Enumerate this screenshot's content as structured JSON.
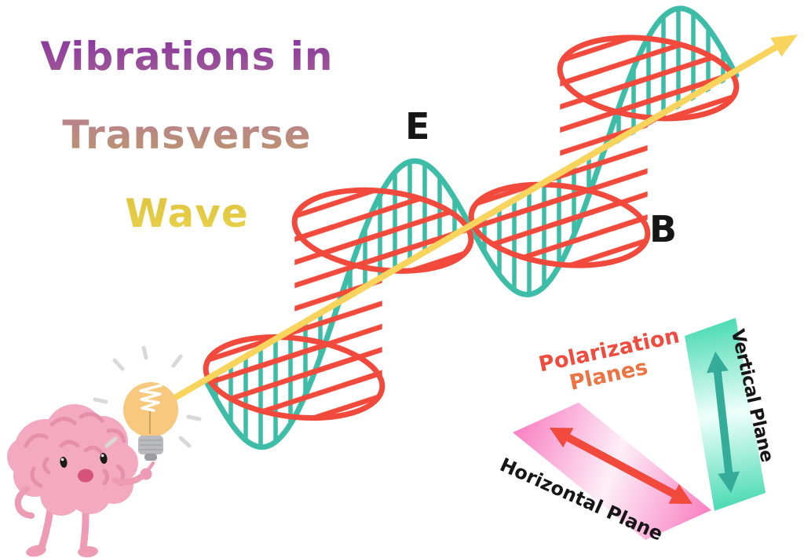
{
  "title": {
    "line1": "Vibrations in",
    "line2": "Transverse",
    "line3": "Wave"
  },
  "wave": {
    "e_label": "E",
    "b_label": "B"
  },
  "polarization": {
    "title_line1": "Polarization",
    "title_line2": "Planes",
    "horizontal_label": "Horizontal Plane",
    "vertical_label": "Vertical Plane"
  },
  "palette": {
    "axis_yellow": "#f8d45c",
    "e_teal": "#3dbda7",
    "b_red": "#f1493b",
    "label_black": "#161616",
    "title_purple_a": "#8733a2",
    "title_purple_b": "#a8688f",
    "title_mauve_a": "#b87f92",
    "title_mauve_b": "#bd9a62",
    "title_yellow_a": "#ddc13a",
    "title_yellow_b": "#ecd54f",
    "polarization_red": "#ef4b3e",
    "polarization_orange": "#ee7342",
    "plane_pink": "#f97fc2",
    "plane_pink_light": "#fdeff7",
    "plane_teal": "#52dcb6",
    "plane_teal_light": "#effffa",
    "plane_teal_arrow": "#35ab99",
    "brain_pink": "#f3a9bf",
    "brain_line_pink": "#e58fac",
    "limb_pink": "#ee9cb3",
    "mouth_rose": "#d5537c",
    "eye_black": "#1b1b1b",
    "bulb_yellow": "#f7c87e",
    "bulb_base_gray": "#b9b9be",
    "bulb_base_dark": "#9c9ca3",
    "bulb_stem": "#c9a25e",
    "ray_gray": "#d9d9d9",
    "filament_white": "#ffffff"
  }
}
